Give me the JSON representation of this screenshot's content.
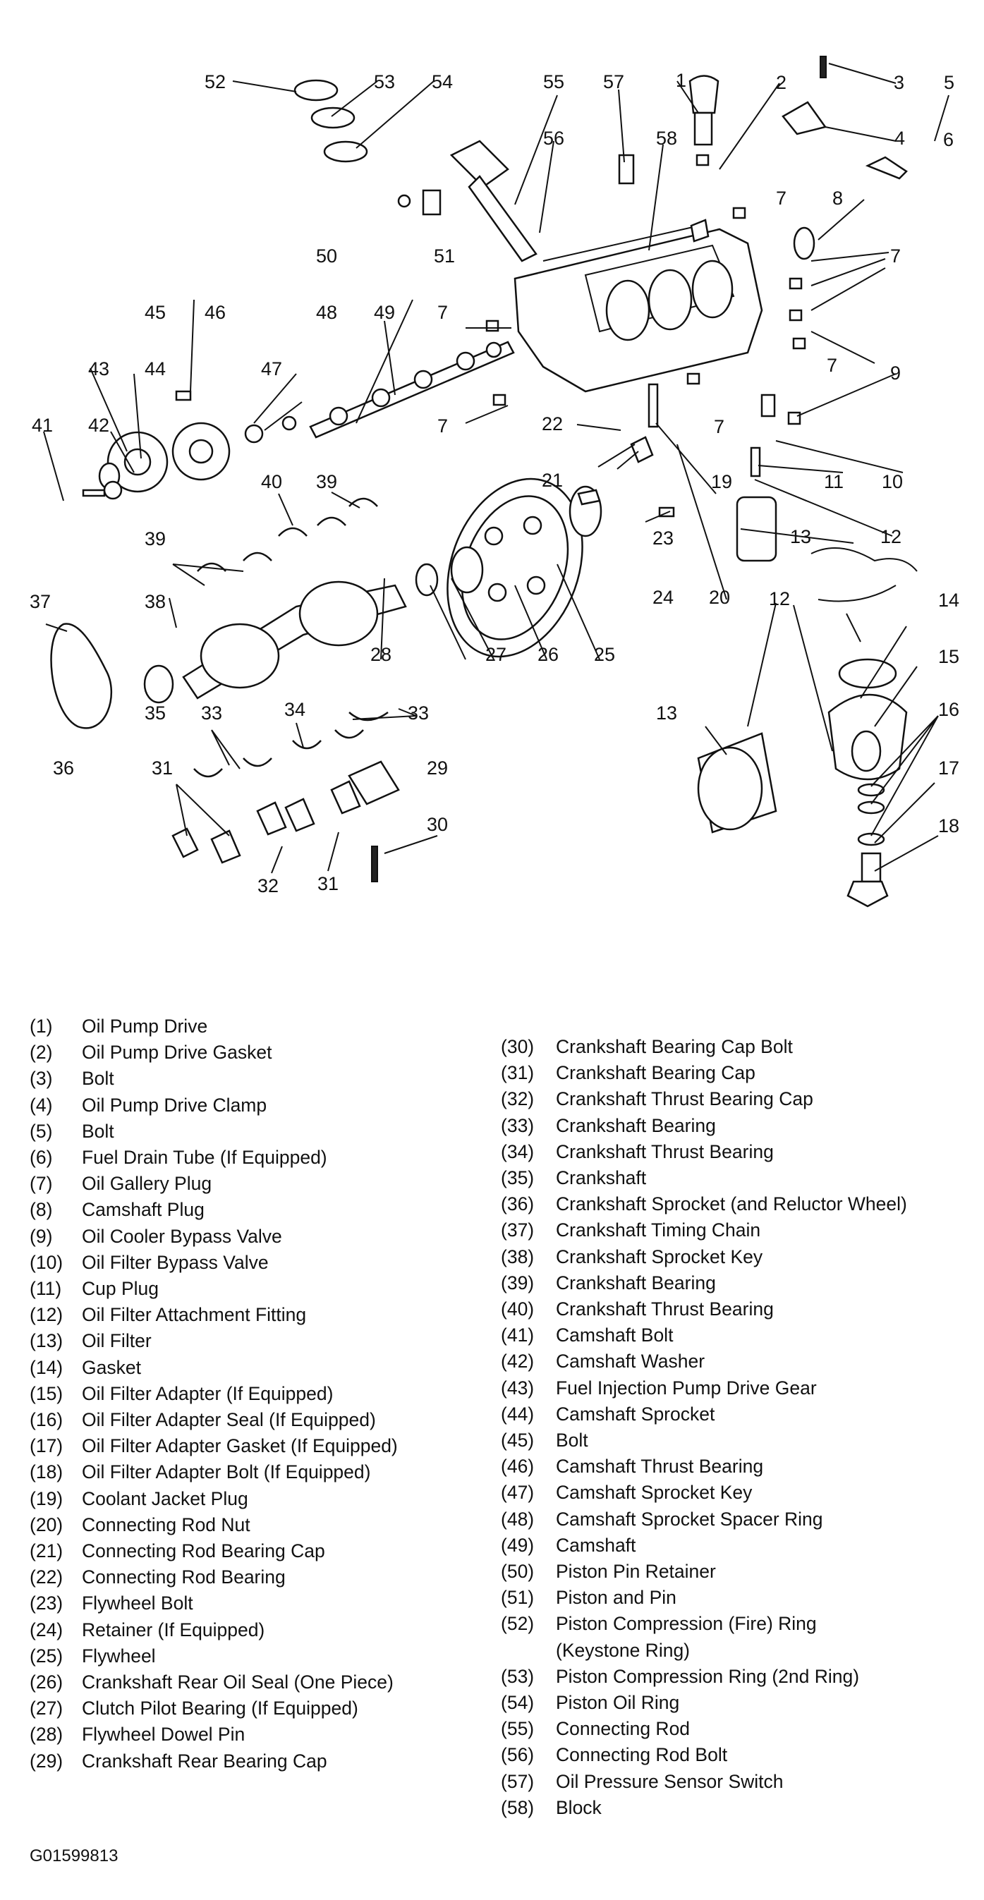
{
  "callouts": [
    "1",
    "2",
    "3",
    "4",
    "5",
    "6",
    "7",
    "8",
    "9",
    "10",
    "11",
    "12",
    "13",
    "14",
    "15",
    "16",
    "17",
    "18",
    "19",
    "20",
    "21",
    "22",
    "23",
    "24",
    "25",
    "26",
    "27",
    "28",
    "29",
    "30",
    "31",
    "32",
    "33",
    "34",
    "35",
    "36",
    "37",
    "38",
    "39",
    "40",
    "41",
    "42",
    "43",
    "44",
    "45",
    "46",
    "47",
    "48",
    "49",
    "50",
    "51",
    "52",
    "53",
    "54",
    "55",
    "56",
    "57",
    "58"
  ],
  "legend_left": [
    {
      "num": "(1)",
      "label": "Oil Pump Drive"
    },
    {
      "num": "(2)",
      "label": "Oil Pump Drive Gasket"
    },
    {
      "num": "(3)",
      "label": "Bolt"
    },
    {
      "num": "(4)",
      "label": "Oil Pump Drive Clamp"
    },
    {
      "num": "(5)",
      "label": "Bolt"
    },
    {
      "num": "(6)",
      "label": "Fuel Drain Tube (If Equipped)"
    },
    {
      "num": "(7)",
      "label": "Oil Gallery Plug"
    },
    {
      "num": "(8)",
      "label": "Camshaft Plug"
    },
    {
      "num": "(9)",
      "label": "Oil Cooler Bypass Valve"
    },
    {
      "num": "(10)",
      "label": "Oil Filter Bypass Valve"
    },
    {
      "num": "(11)",
      "label": "Cup Plug"
    },
    {
      "num": "(12)",
      "label": "Oil Filter Attachment Fitting"
    },
    {
      "num": "(13)",
      "label": "Oil Filter"
    },
    {
      "num": "(14)",
      "label": "Gasket"
    },
    {
      "num": "(15)",
      "label": "Oil Filter Adapter (If Equipped)"
    },
    {
      "num": "(16)",
      "label": "Oil Filter Adapter Seal (If Equipped)"
    },
    {
      "num": "(17)",
      "label": "Oil Filter Adapter Gasket (If Equipped)"
    },
    {
      "num": "(18)",
      "label": "Oil Filter Adapter Bolt (If Equipped)"
    },
    {
      "num": "(19)",
      "label": "Coolant Jacket Plug"
    },
    {
      "num": "(20)",
      "label": "Connecting Rod Nut"
    },
    {
      "num": "(21)",
      "label": "Connecting Rod Bearing Cap"
    },
    {
      "num": "(22)",
      "label": "Connecting Rod Bearing"
    },
    {
      "num": "(23)",
      "label": "Flywheel Bolt"
    },
    {
      "num": "(24)",
      "label": "Retainer (If Equipped)"
    },
    {
      "num": "(25)",
      "label": "Flywheel"
    },
    {
      "num": "(26)",
      "label": "Crankshaft Rear Oil Seal (One Piece)"
    },
    {
      "num": "(27)",
      "label": "Clutch Pilot Bearing (If Equipped)"
    },
    {
      "num": "(28)",
      "label": "Flywheel Dowel Pin"
    },
    {
      "num": "(29)",
      "label": "Crankshaft Rear Bearing Cap"
    }
  ],
  "legend_right": [
    {
      "num": "(30)",
      "label": "Crankshaft Bearing Cap Bolt"
    },
    {
      "num": "(31)",
      "label": "Crankshaft Bearing Cap"
    },
    {
      "num": "(32)",
      "label": "Crankshaft Thrust Bearing Cap"
    },
    {
      "num": "(33)",
      "label": "Crankshaft Bearing"
    },
    {
      "num": "(34)",
      "label": "Crankshaft Thrust Bearing"
    },
    {
      "num": "(35)",
      "label": "Crankshaft"
    },
    {
      "num": "(36)",
      "label": "Crankshaft Sprocket (and Reluctor Wheel)"
    },
    {
      "num": "(37)",
      "label": "Crankshaft Timing Chain"
    },
    {
      "num": "(38)",
      "label": "Crankshaft Sprocket Key"
    },
    {
      "num": "(39)",
      "label": "Crankshaft Bearing"
    },
    {
      "num": "(40)",
      "label": "Crankshaft Thrust Bearing"
    },
    {
      "num": "(41)",
      "label": "Camshaft Bolt"
    },
    {
      "num": "(42)",
      "label": "Camshaft Washer"
    },
    {
      "num": "(43)",
      "label": "Fuel Injection Pump Drive Gear"
    },
    {
      "num": "(44)",
      "label": "Camshaft Sprocket"
    },
    {
      "num": "(45)",
      "label": "Bolt"
    },
    {
      "num": "(46)",
      "label": "Camshaft Thrust Bearing"
    },
    {
      "num": "(47)",
      "label": "Camshaft Sprocket Key"
    },
    {
      "num": "(48)",
      "label": "Camshaft Sprocket Spacer Ring"
    },
    {
      "num": "(49)",
      "label": "Camshaft"
    },
    {
      "num": "(50)",
      "label": "Piston Pin Retainer"
    },
    {
      "num": "(51)",
      "label": "Piston and Pin"
    },
    {
      "num": "(52)",
      "label": "Piston Compression (Fire) Ring"
    },
    {
      "num": "",
      "label": "(Keystone Ring)"
    },
    {
      "num": "(53)",
      "label": "Piston Compression Ring (2nd  Ring)"
    },
    {
      "num": "(54)",
      "label": "Piston Oil Ring"
    },
    {
      "num": "(55)",
      "label": "Connecting Rod"
    },
    {
      "num": "(56)",
      "label": "Connecting Rod Bolt"
    },
    {
      "num": "(57)",
      "label": "Oil Pressure Sensor Switch"
    },
    {
      "num": "(58)",
      "label": "Block"
    }
  ],
  "figure_id": "G01599813"
}
